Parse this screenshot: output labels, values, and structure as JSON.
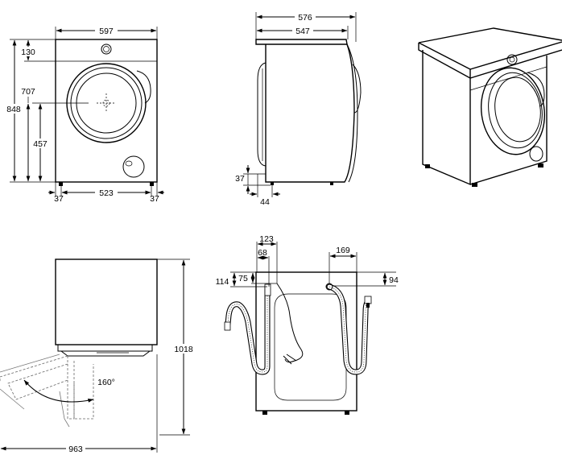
{
  "front_view": {
    "width": "597",
    "top_panel_height": "130",
    "door_center_height": "707",
    "total_height": "848",
    "door_bottom_height": "457",
    "left_foot_offset": "37",
    "feet_spacing": "523",
    "right_foot_offset": "37"
  },
  "side_view": {
    "total_depth": "576",
    "body_depth": "547",
    "foot_height": "37",
    "foot_setback": "44"
  },
  "top_view": {
    "depth_with_door_open": "1018",
    "total_width_with_door_open": "963",
    "door_opening_angle": "160°"
  },
  "rear_view": {
    "drain_hose_offset": "123",
    "power_cable_offset": "68",
    "inlet_hose_offset": "169",
    "drain_outlet_height": "114",
    "power_cable_height": "75",
    "inlet_height": "94"
  }
}
